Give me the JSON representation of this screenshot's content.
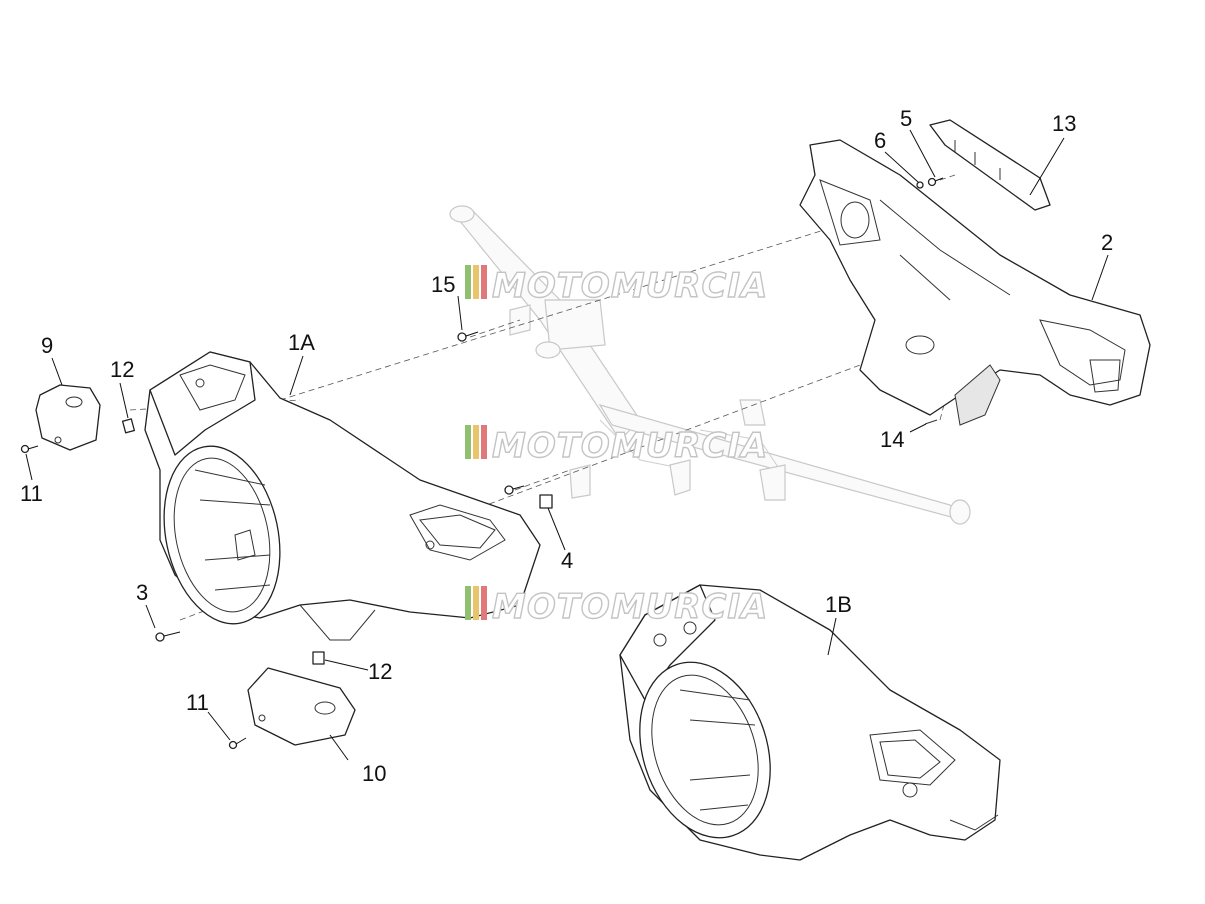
{
  "callouts": [
    {
      "id": "1A",
      "text": "1A"
    },
    {
      "id": "1B",
      "text": "1B"
    },
    {
      "id": "2",
      "text": "2"
    },
    {
      "id": "3",
      "text": "3"
    },
    {
      "id": "4",
      "text": "4"
    },
    {
      "id": "5",
      "text": "5"
    },
    {
      "id": "6",
      "text": "6"
    },
    {
      "id": "9",
      "text": "9"
    },
    {
      "id": "10",
      "text": "10"
    },
    {
      "id": "11a",
      "text": "11"
    },
    {
      "id": "11b",
      "text": "11"
    },
    {
      "id": "12a",
      "text": "12"
    },
    {
      "id": "12b",
      "text": "12"
    },
    {
      "id": "13",
      "text": "13"
    },
    {
      "id": "14",
      "text": "14"
    },
    {
      "id": "15",
      "text": "15"
    }
  ],
  "watermark": {
    "text": "MOTOMURCIA",
    "stripe_colors": [
      "#8fbf6f",
      "#e9c46a",
      "#e07a7a"
    ]
  }
}
